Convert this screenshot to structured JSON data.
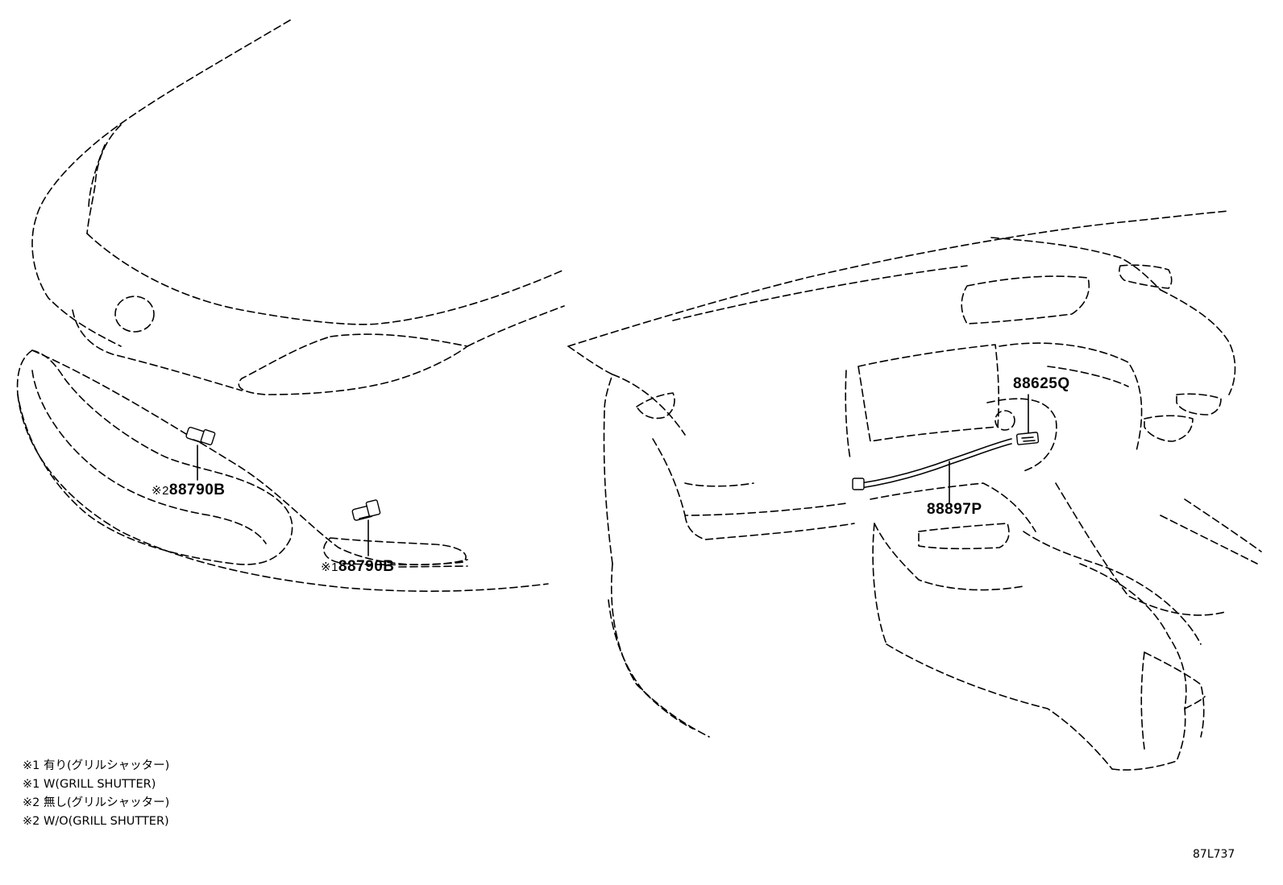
{
  "parts": {
    "sensor_lower": {
      "mark": "※2",
      "number": "88790B"
    },
    "sensor_upper": {
      "mark": "※1",
      "number": "88790B"
    },
    "sensor_dash": {
      "number": "88625Q"
    },
    "harness": {
      "number": "88897P"
    }
  },
  "legend": [
    "※1 有り(グリルシャッター)",
    "※1 W(GRILL SHUTTER)",
    "※2 無し(グリルシャッター)",
    "※2 W/O(GRILL SHUTTER)"
  ],
  "ref_code": "87L737",
  "colors": {
    "line": "#000000",
    "background": "#ffffff"
  }
}
